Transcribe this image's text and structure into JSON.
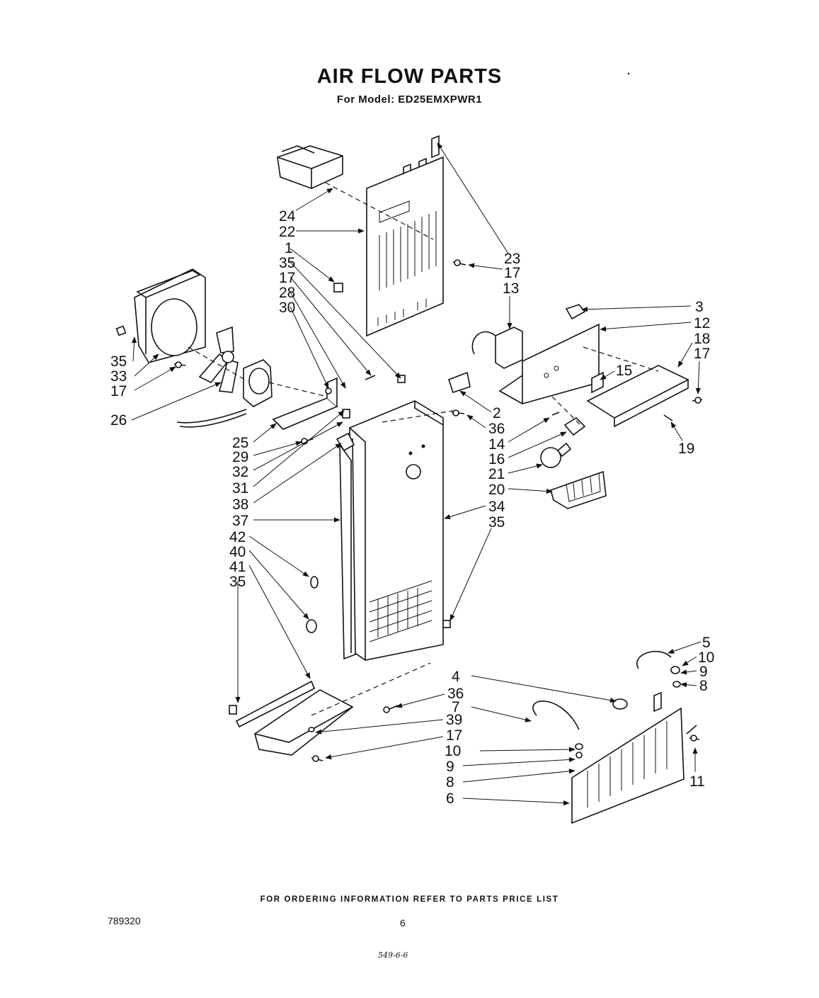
{
  "header": {
    "title": "AIR FLOW PARTS",
    "subtitle": "For Model: ED25EMXPWR1"
  },
  "footer": {
    "ordering_note": "FOR ORDERING INFORMATION REFER TO PARTS PRICE LIST",
    "doc_number": "789320",
    "page_number": "6",
    "handwritten_note": "549-6-6"
  },
  "callouts": [
    "1",
    "2",
    "3",
    "4",
    "5",
    "6",
    "7",
    "8",
    "9",
    "10",
    "11",
    "12",
    "13",
    "14",
    "15",
    "16",
    "17",
    "18",
    "19",
    "20",
    "21",
    "22",
    "23",
    "24",
    "25",
    "26",
    "28",
    "29",
    "30",
    "31",
    "32",
    "33",
    "34",
    "35",
    "36",
    "37",
    "38",
    "39",
    "40",
    "41",
    "42"
  ],
  "labels": {
    "l24": "24",
    "l22": "22",
    "l1": "1",
    "l35a": "35",
    "l17a": "17",
    "l28": "28",
    "l30": "30",
    "l35b": "35",
    "l33": "33",
    "l17b": "17",
    "l26": "26",
    "l25": "25",
    "l29": "29",
    "l32": "32",
    "l31": "31",
    "l38": "38",
    "l37": "37",
    "l42": "42",
    "l40": "40",
    "l41": "41",
    "l35c": "35",
    "l23": "23",
    "l17c": "17",
    "l13": "13",
    "l3": "3",
    "l12": "12",
    "l18": "18",
    "l17d": "17",
    "l15": "15",
    "l2": "2",
    "l36a": "36",
    "l14": "14",
    "l16": "16",
    "l21": "21",
    "l20": "20",
    "l19": "19",
    "l34": "34",
    "l35d": "35",
    "l5": "5",
    "l10a": "10",
    "l9a": "9",
    "l8a": "8",
    "l4": "4",
    "l36b": "36",
    "l7": "7",
    "l39": "39",
    "l17e": "17",
    "l10b": "10",
    "l9b": "9",
    "l8b": "8",
    "l6": "6",
    "l11": "11"
  }
}
